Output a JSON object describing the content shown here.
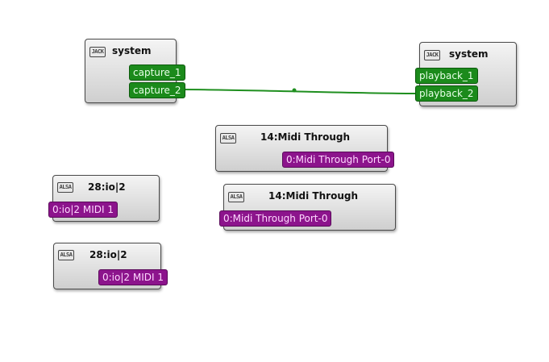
{
  "nodes": {
    "jack_system_capture": {
      "badge": "JACK",
      "title": "system",
      "ports": [
        "capture_1",
        "capture_2"
      ]
    },
    "jack_system_playback": {
      "badge": "JACK",
      "title": "system",
      "ports": [
        "playback_1",
        "playback_2"
      ]
    },
    "alsa_midi_through_out": {
      "badge": "ALSA",
      "title": "14:Midi Through",
      "ports": [
        "0:Midi Through Port-0"
      ]
    },
    "alsa_midi_through_in": {
      "badge": "ALSA",
      "title": "14:Midi Through",
      "ports": [
        "0:Midi Through Port-0"
      ]
    },
    "alsa_io2_in": {
      "badge": "ALSA",
      "title": "28:io|2",
      "ports": [
        "0:io|2 MIDI 1"
      ]
    },
    "alsa_io2_out": {
      "badge": "ALSA",
      "title": "28:io|2",
      "ports": [
        "0:io|2 MIDI 1"
      ]
    }
  },
  "connections": [
    {
      "from": "capture_2",
      "to": "playback_2",
      "color": "#1f8f1f"
    }
  ],
  "colors": {
    "audio_port": "#1b8a1b",
    "midi_port": "#8c148c",
    "wire": "#1f8f1f"
  }
}
